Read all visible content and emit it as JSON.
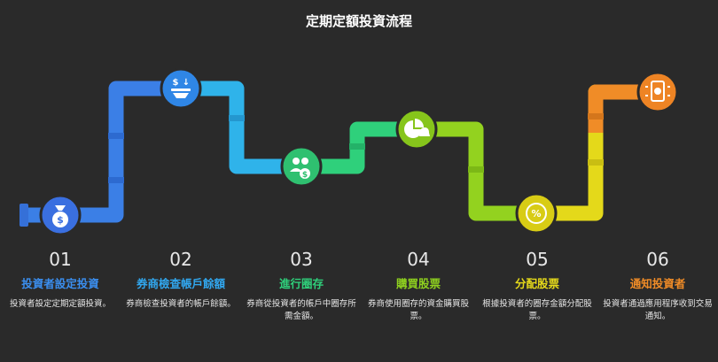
{
  "title": "定期定額投資流程",
  "colors": [
    "#3a8fe8",
    "#31a8f0",
    "#2fd07b",
    "#8fd11f",
    "#e6da1a",
    "#f08c27"
  ],
  "steps": [
    {
      "num": "01",
      "title": "投資者設定投資",
      "desc": "投資者設定定期定額投資。",
      "icon": "money-bag-icon"
    },
    {
      "num": "02",
      "title": "券商檢查帳戶餘額",
      "desc": "券商檢查投資者的帳戶餘額。",
      "icon": "money-transfer-icon"
    },
    {
      "num": "03",
      "title": "進行圈存",
      "desc": "券商從投資者的帳戶中圈存所需金額。",
      "icon": "users-dollar-icon"
    },
    {
      "num": "04",
      "title": "購買股票",
      "desc": "券商使用圈存的資金購買股票。",
      "icon": "chart-bell-icon"
    },
    {
      "num": "05",
      "title": "分配股票",
      "desc": "根據投資者的圈存金額分配股票。",
      "icon": "percent-icon"
    },
    {
      "num": "06",
      "title": "通知投資者",
      "desc": "投資者通過應用程序收到交易通知。",
      "icon": "mobile-notify-icon"
    }
  ]
}
